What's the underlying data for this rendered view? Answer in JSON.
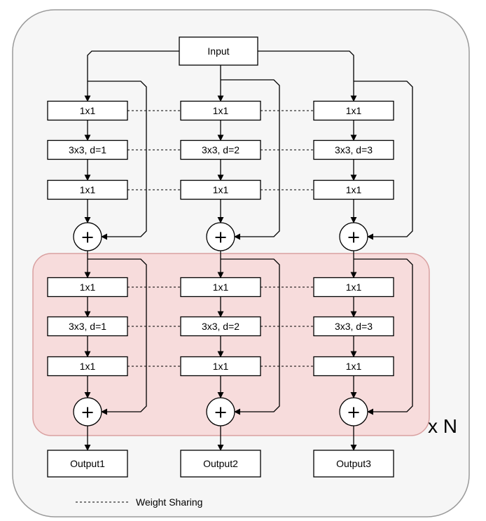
{
  "diagram": {
    "input_label": "Input",
    "branches": [
      {
        "block1": [
          "1x1",
          "3x3, d=1",
          "1x1"
        ],
        "block2": [
          "1x1",
          "3x3, d=1",
          "1x1"
        ],
        "output": "Output1"
      },
      {
        "block1": [
          "1x1",
          "3x3, d=2",
          "1x1"
        ],
        "block2": [
          "1x1",
          "3x3, d=2",
          "1x1"
        ],
        "output": "Output2"
      },
      {
        "block1": [
          "1x1",
          "3x3, d=3",
          "1x1"
        ],
        "block2": [
          "1x1",
          "3x3, d=3",
          "1x1"
        ],
        "output": "Output3"
      }
    ],
    "plus_symbol": "+",
    "repeat_label": "x N",
    "legend": {
      "label": "Weight Sharing"
    },
    "colors": {
      "background_panel": "#f6f6f6",
      "panel_border": "#9a9a9a",
      "repeat_region_fill": "#f7dcdc",
      "repeat_region_border": "#d9a0a0",
      "line": "#000000"
    }
  }
}
